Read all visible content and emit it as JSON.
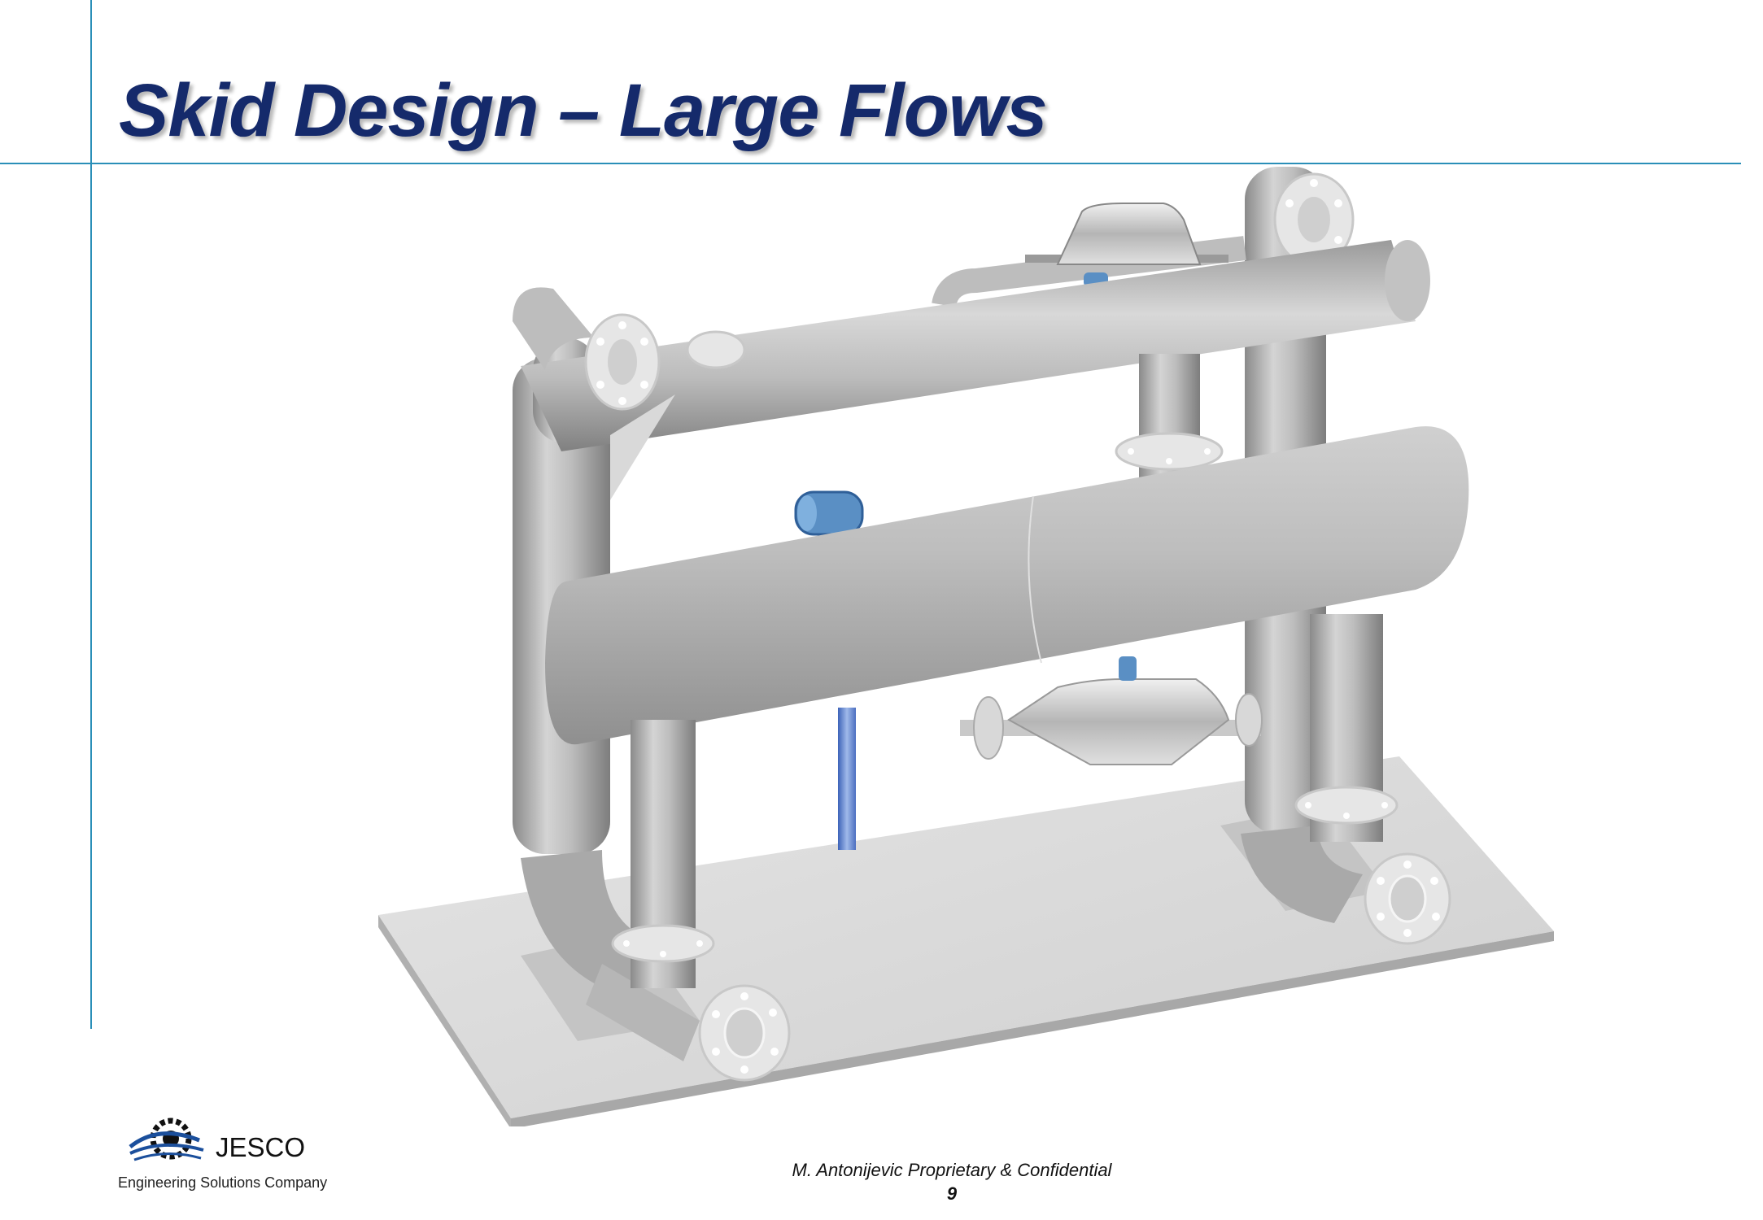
{
  "slide": {
    "title": "Skid Design – Large Flows",
    "footer": "M. Antonijevic Proprietary & Confidential",
    "page_number": "9"
  },
  "logo": {
    "name": "JESCO",
    "tagline": "Engineering Solutions Company"
  },
  "colors": {
    "title": "#152a6b",
    "rule": "#2a8fb8",
    "pipe": "#b8b8b8",
    "base": "#d6d6d6",
    "transmitter": "#5a8fc4"
  }
}
